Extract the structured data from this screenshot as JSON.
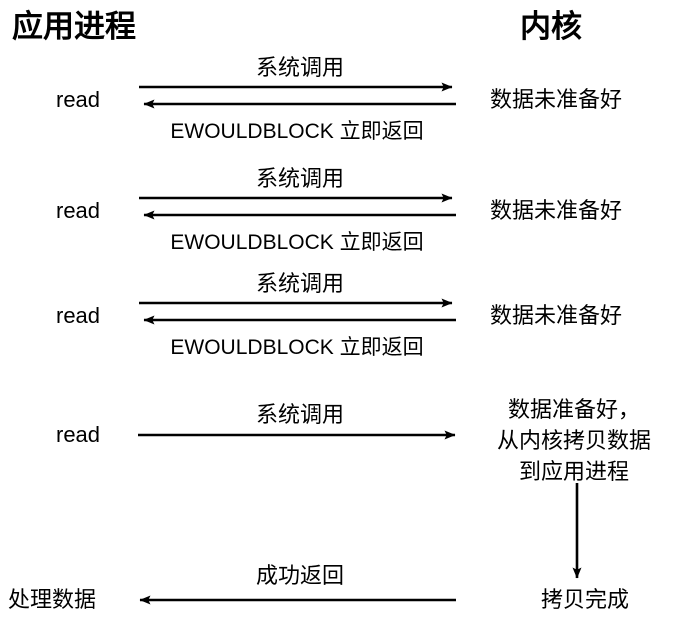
{
  "diagram": {
    "title_left": "应用进程",
    "title_right": "内核",
    "syscall_label": "系统调用",
    "ewouldblock_label": "EWOULDBLOCK 立即返回",
    "read_label": "read",
    "data_not_ready_label": "数据未准备好",
    "kernel_ready_line1": "数据准备好，",
    "kernel_ready_line2": "从内核拷贝数据",
    "kernel_ready_line3": "到应用进程",
    "success_return_label": "成功返回",
    "process_data_label": "处理数据",
    "copy_done_label": "拷贝完成",
    "stroke_color": "#000000",
    "background_color": "#ffffff"
  },
  "rows": [
    {
      "read": "read",
      "top_label": "系统调用",
      "bottom_label": "EWOULDBLOCK 立即返回",
      "right_label": "数据未准备好"
    },
    {
      "read": "read",
      "top_label": "系统调用",
      "bottom_label": "EWOULDBLOCK 立即返回",
      "right_label": "数据未准备好"
    },
    {
      "read": "read",
      "top_label": "系统调用",
      "bottom_label": "EWOULDBLOCK 立即返回",
      "right_label": "数据未准备好"
    }
  ]
}
